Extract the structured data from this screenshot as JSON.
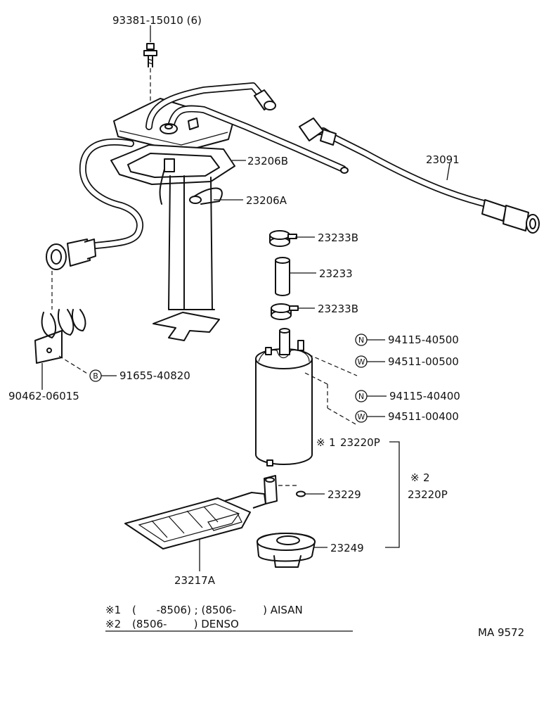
{
  "diagram": {
    "code": "MA 9572",
    "symbols": {
      "N": "N",
      "W": "W",
      "B": "B",
      "note_mark": "※"
    },
    "parts": [
      {
        "id": "p93381",
        "number": "93381-15010 (6)"
      },
      {
        "id": "p23206B",
        "number": "23206B"
      },
      {
        "id": "p23206A",
        "number": "23206A"
      },
      {
        "id": "p23091",
        "number": "23091"
      },
      {
        "id": "p23233B_top",
        "number": "23233B"
      },
      {
        "id": "p23233",
        "number": "23233"
      },
      {
        "id": "p23233B_bottom",
        "number": "23233B"
      },
      {
        "id": "p94115_40500",
        "number": "94115-40500"
      },
      {
        "id": "p94511_00500",
        "number": "94511-00500"
      },
      {
        "id": "p94115_40400",
        "number": "94115-40400"
      },
      {
        "id": "p94511_00400",
        "number": "94511-00400"
      },
      {
        "id": "p91655",
        "number": "91655-40820"
      },
      {
        "id": "p90462",
        "number": "90462-06015"
      },
      {
        "id": "p23220P_1",
        "number": "23220P",
        "note": "1"
      },
      {
        "id": "p23220P_2",
        "number": "23220P",
        "note": "2"
      },
      {
        "id": "p23229",
        "number": "23229"
      },
      {
        "id": "p23249",
        "number": "23249"
      },
      {
        "id": "p23217A",
        "number": "23217A"
      }
    ],
    "notes": [
      {
        "mark": "※1",
        "text": "(      -8506) ; (8506-        ) AISAN"
      },
      {
        "mark": "※2",
        "text": "(8506-        ) DENSO"
      }
    ]
  }
}
